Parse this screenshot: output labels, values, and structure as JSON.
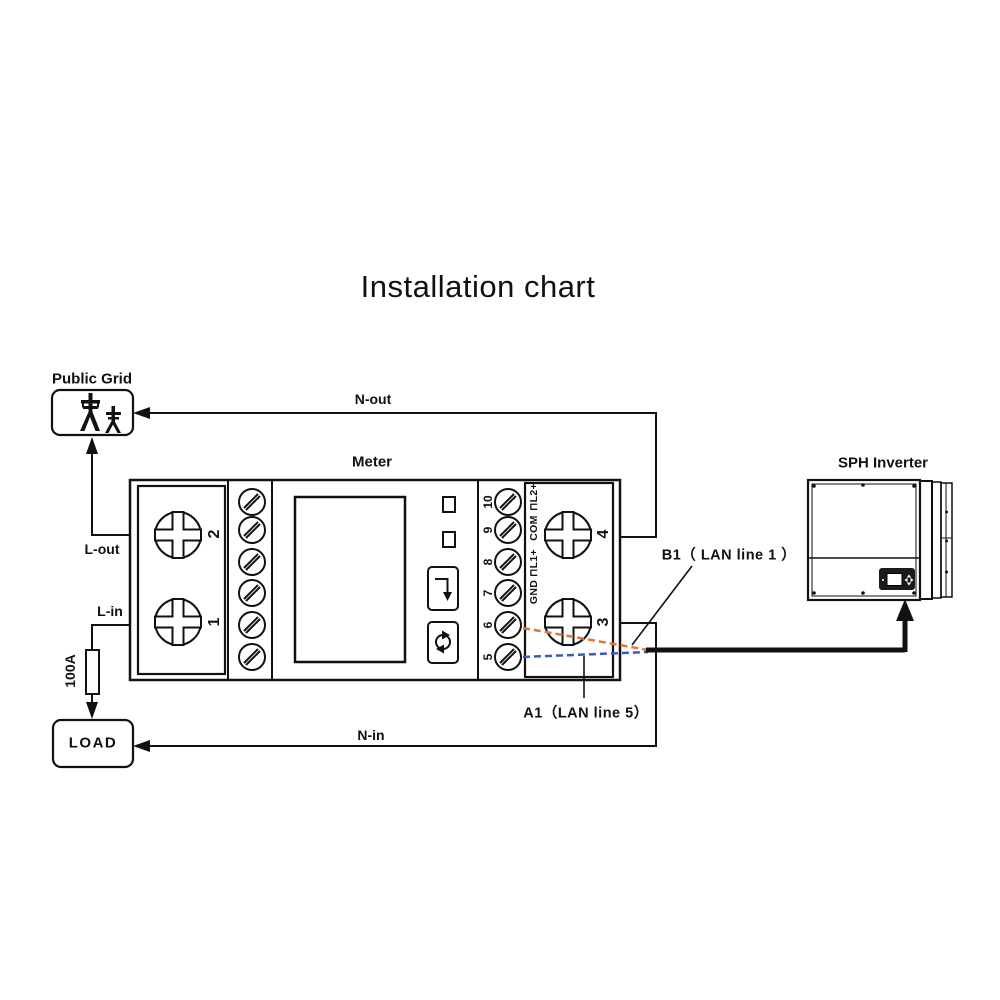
{
  "title": "Installation chart",
  "colors": {
    "line": "#111111",
    "wire_orange": "#e0763c",
    "wire_blue": "#3b5bb5"
  },
  "public_grid": {
    "label": "Public Grid",
    "icon": "transmission-towers-icon"
  },
  "load": {
    "label": "LOAD"
  },
  "fuse": {
    "label": "100A"
  },
  "wires": {
    "n_out": "N-out",
    "n_in": "N-in",
    "l_out": "L-out",
    "l_in": "L-in"
  },
  "callouts": {
    "b1": "B1（ LAN line 1 ）",
    "a1": "A1（LAN line 5）"
  },
  "meter": {
    "label": "Meter",
    "terminal_2": "2",
    "terminal_1": "1",
    "terminal_4": "4",
    "terminal_3": "3",
    "screw_numbers": [
      "10",
      "9",
      "8",
      "7",
      "6",
      "5"
    ],
    "signal_labels": [
      "⊓L2+",
      "COM",
      "⊓L1+",
      "GND"
    ],
    "enter_button_icon": "enter-arrow-icon",
    "cycle_button_icon": "cycle-arrows-icon"
  },
  "inverter": {
    "label": "SPH Inverter",
    "panel_icon": "control-panel-icon"
  }
}
